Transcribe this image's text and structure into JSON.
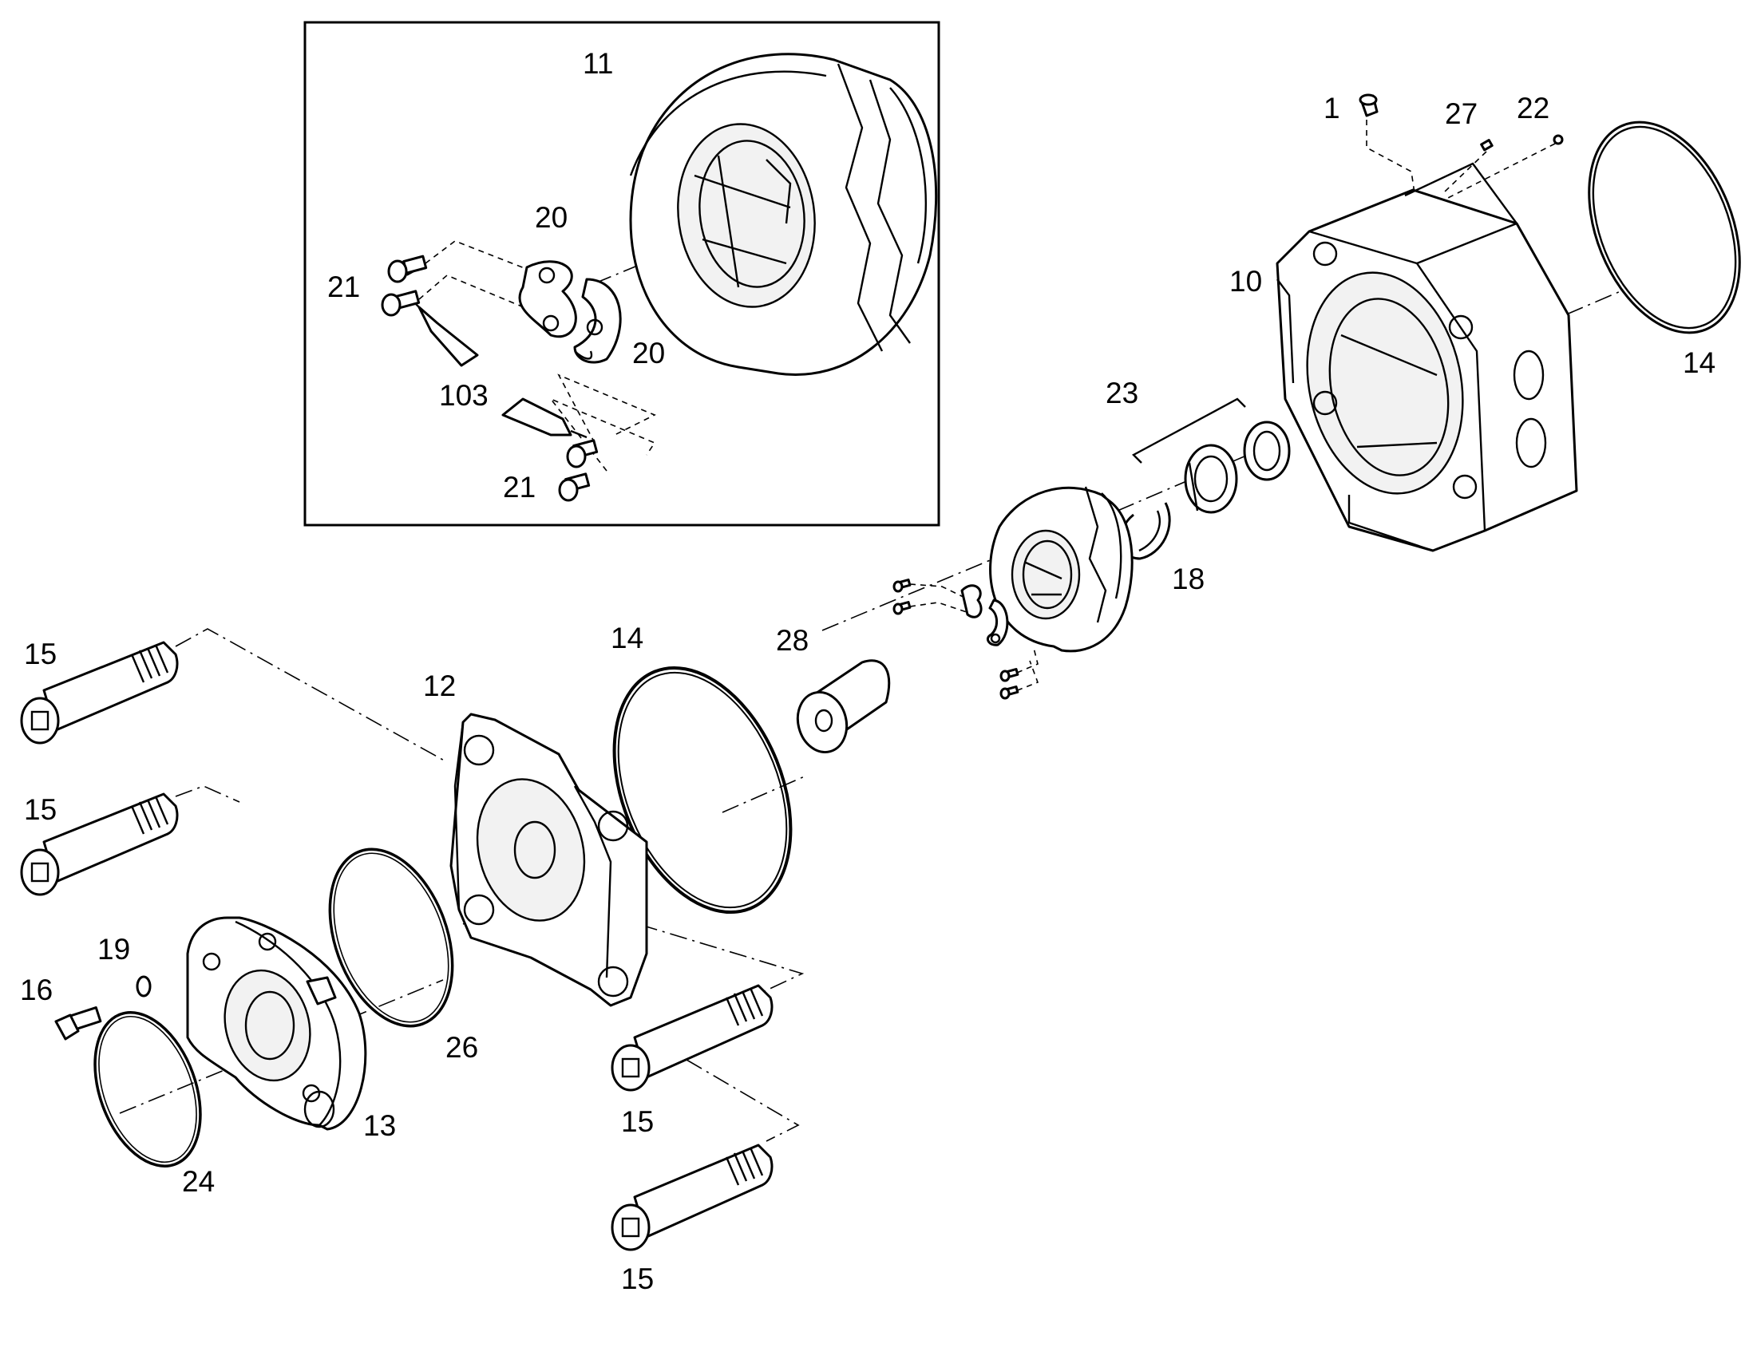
{
  "labels": [
    {
      "id": "label-1",
      "text": "1"
    },
    {
      "id": "label-27",
      "text": "27"
    },
    {
      "id": "label-22",
      "text": "22"
    },
    {
      "id": "label-10",
      "text": "10"
    },
    {
      "id": "label-14-top",
      "text": "14"
    },
    {
      "id": "label-23",
      "text": "23"
    },
    {
      "id": "label-18",
      "text": "18"
    },
    {
      "id": "label-11",
      "text": "11"
    },
    {
      "id": "label-20-upper",
      "text": "20"
    },
    {
      "id": "label-21-upper",
      "text": "21"
    },
    {
      "id": "label-20-lower",
      "text": "20"
    },
    {
      "id": "label-103",
      "text": "103"
    },
    {
      "id": "label-21-lower",
      "text": "21"
    },
    {
      "id": "label-15-a",
      "text": "15"
    },
    {
      "id": "label-15-b",
      "text": "15"
    },
    {
      "id": "label-14-bottom",
      "text": "14"
    },
    {
      "id": "label-28",
      "text": "28"
    },
    {
      "id": "label-12",
      "text": "12"
    },
    {
      "id": "label-19",
      "text": "19"
    },
    {
      "id": "label-16",
      "text": "16"
    },
    {
      "id": "label-26",
      "text": "26"
    },
    {
      "id": "label-13",
      "text": "13"
    },
    {
      "id": "label-24",
      "text": "24"
    },
    {
      "id": "label-15-c",
      "text": "15"
    },
    {
      "id": "label-15-d",
      "text": "15"
    }
  ],
  "colors": {
    "line": "#000000",
    "background": "#ffffff",
    "fill_light": "#f2f2f2"
  }
}
